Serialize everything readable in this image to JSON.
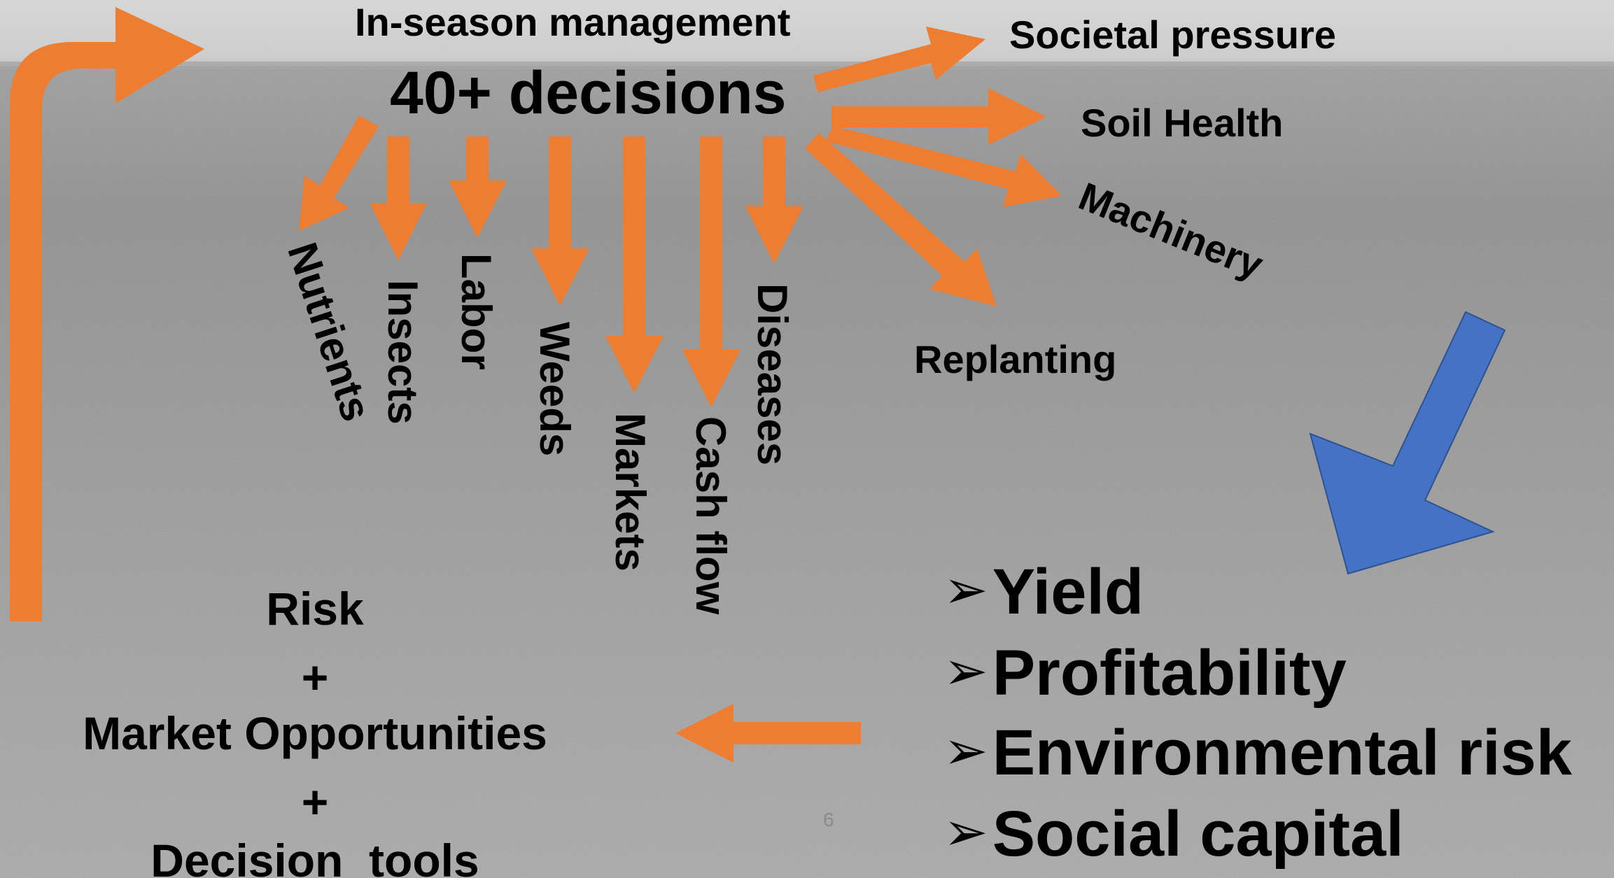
{
  "header": {
    "title": "In-season management",
    "count": "40+ decisions"
  },
  "decisions": {
    "nutrients": "Nutrients",
    "insects": "Insects",
    "labor": "Labor",
    "weeds": "Weeds",
    "markets": "Markets",
    "cash_flow": "Cash flow",
    "diseases": "Diseases",
    "societal_pressure": "Societal pressure",
    "soil_health": "Soil Health",
    "machinery": "Machinery",
    "replanting": "Replanting"
  },
  "outcomes": {
    "bullet": "➢",
    "items": [
      "Yield",
      "Profitability",
      "Environmental risk",
      "Social capital"
    ]
  },
  "risk_block": {
    "risk": "Risk",
    "plus_1": "+",
    "market": "Market Opportunities",
    "plus_2": "+",
    "tools": "Decision  tools"
  },
  "page_number": "6",
  "colors": {
    "arrow_orange": "#ED7D31",
    "arrow_blue": "#4472C4",
    "background": "grayscale-field-photo"
  }
}
